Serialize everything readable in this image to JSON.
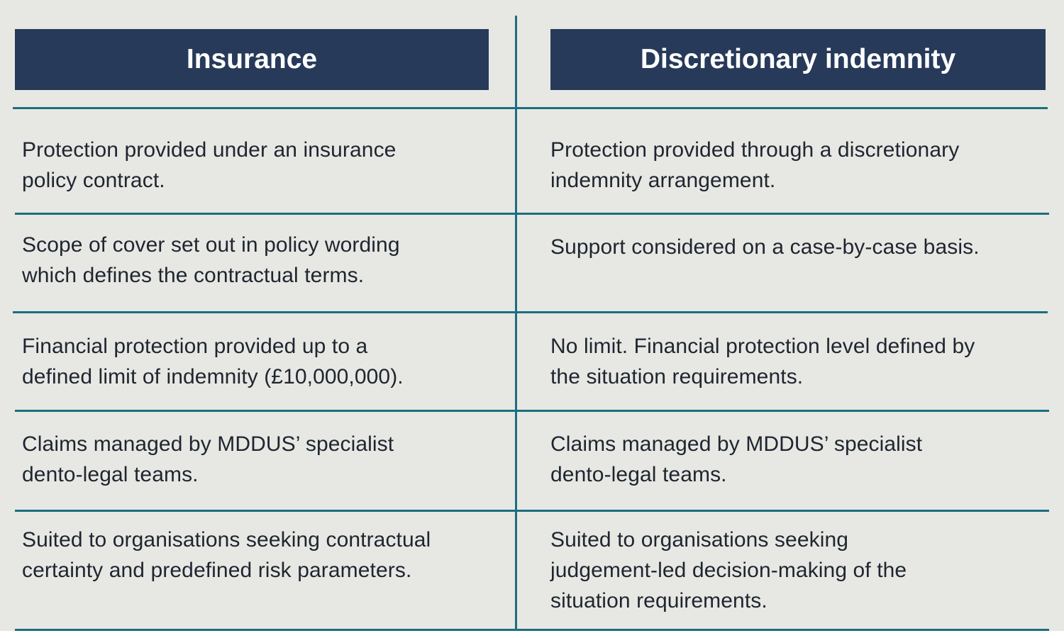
{
  "headers": {
    "left": "Insurance",
    "right": "Discretionary indemnity"
  },
  "rows": [
    {
      "left": [
        "Protection provided under an insurance",
        "policy contract."
      ],
      "right": [
        "Protection provided through a discretionary",
        "indemnity arrangement."
      ]
    },
    {
      "left": [
        "Scope of cover set out in policy wording",
        "which defines the contractual terms."
      ],
      "right": [
        "Support considered on a case-by-case basis."
      ]
    },
    {
      "left": [
        "Financial protection provided up to a",
        "defined limit of indemnity (£10,000,000)."
      ],
      "right": [
        "No limit. Financial protection level defined by",
        "the situation requirements."
      ]
    },
    {
      "left": [
        "Claims managed by MDDUS’ specialist",
        "dento-legal teams."
      ],
      "right": [
        "Claims managed by MDDUS’ specialist",
        "dento-legal teams."
      ]
    },
    {
      "left": [
        "Suited to organisations seeking contractual",
        "certainty and predefined risk parameters."
      ],
      "right": [
        "Suited to organisations seeking",
        "judgement-led decision-making of the",
        "situation requirements."
      ]
    }
  ],
  "colors": {
    "header_bg": "#273a5a",
    "header_text": "#ffffff",
    "rule": "#1c6e80",
    "background": "#e7e8e3",
    "body_text": "#1f2530"
  }
}
